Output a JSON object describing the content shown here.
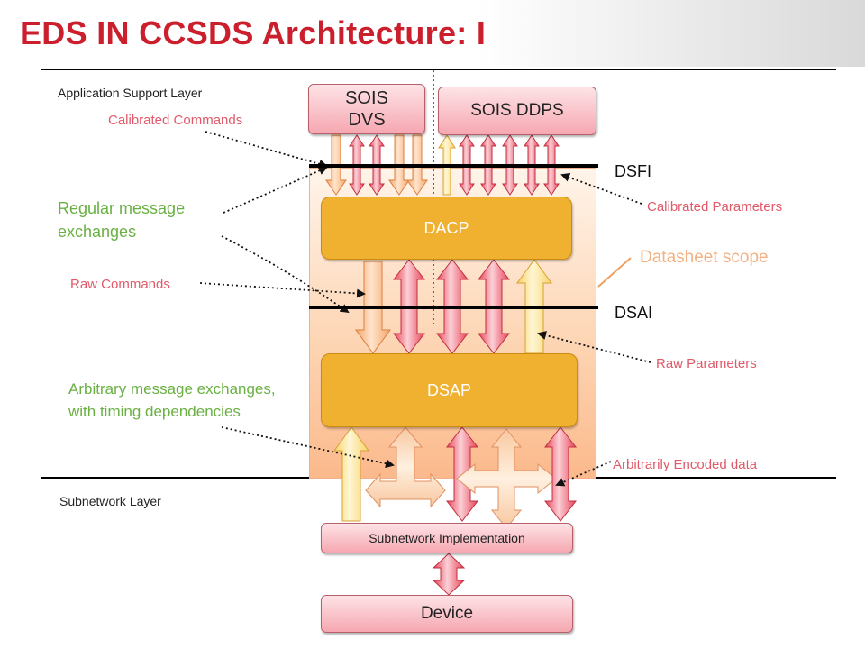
{
  "title": "EDS IN CCSDS Architecture: I",
  "layers": {
    "application": "Application Support Layer",
    "subnetwork": "Subnetwork Layer"
  },
  "boxes": {
    "sois_dvs": "SOIS DVS",
    "sois_ddps": "SOIS DDPS",
    "dacp": "DACP",
    "dsap": "DSAP",
    "subnetwork_impl": "Subnetwork Implementation",
    "device": "Device"
  },
  "interfaces": {
    "dsfi": "DSFI",
    "dsai": "DSAI"
  },
  "scope_label": "Datasheet scope",
  "labels": {
    "calibrated_commands": "Calibrated Commands",
    "calibrated_parameters": "Calibrated Parameters",
    "regular_exchanges": "Regular message exchanges",
    "raw_commands": "Raw Commands",
    "raw_parameters": "Raw Parameters",
    "arbitrary_exchanges": "Arbitrary message exchanges, with timing dependencies",
    "arbitrarily_encoded": "Arbitrarily Encoded data"
  },
  "colors": {
    "title_red": "#cc1f2d",
    "label_red": "#e15a6a",
    "label_green": "#6ab043",
    "scope_orange": "#f4b183",
    "box_orange": "#f0b030"
  }
}
